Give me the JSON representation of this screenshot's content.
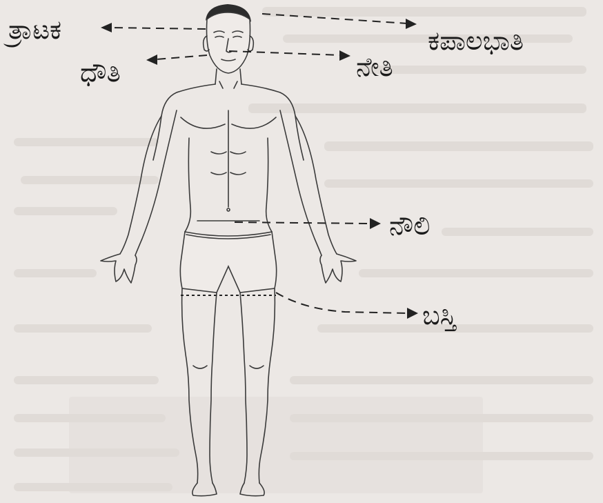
{
  "labels": {
    "trataka": "ತ್ರಾಟಕ",
    "kapalabhati": "ಕಪಾಲಭಾತಿ",
    "dhauti": "ಧೌತಿ",
    "neti": "ನೇತಿ",
    "nauli": "ನೌಲಿ",
    "basti": "ಬಸ್ತಿ"
  },
  "colors": {
    "paper": "#ece8e5",
    "ink": "#1b1b1b",
    "bleed": "#d7d0cc"
  }
}
